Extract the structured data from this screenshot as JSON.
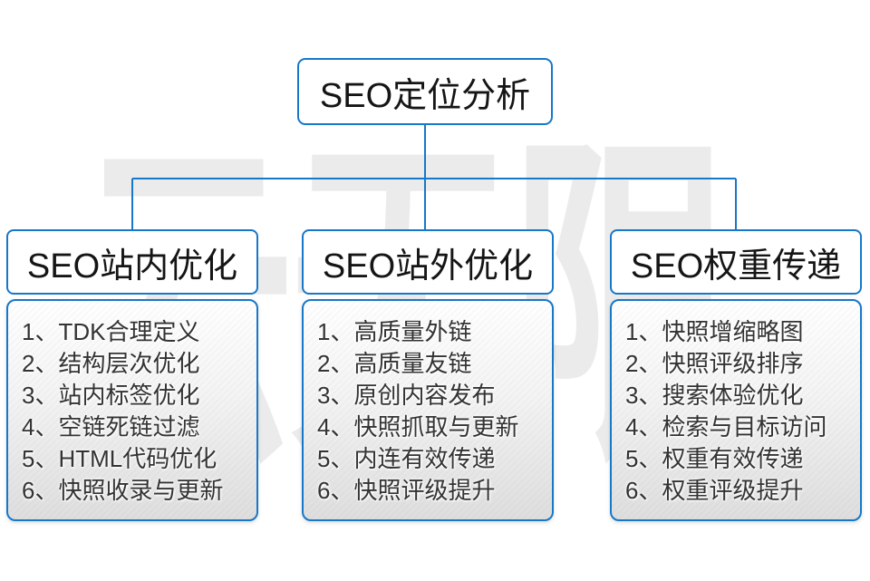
{
  "watermark": "云无限",
  "root": {
    "title": "SEO定位分析"
  },
  "colors": {
    "line_blue": "#1777c8",
    "panel_gradient_bottom": "#dedede",
    "text_dark": "#151515"
  },
  "columns": [
    {
      "title": "SEO站内优化",
      "items": [
        "1、TDK合理定义",
        "2、结构层次优化",
        "3、站内标签优化",
        "4、空链死链过滤",
        "5、HTML代码优化",
        "6、快照收录与更新"
      ]
    },
    {
      "title": "SEO站外优化",
      "items": [
        "1、高质量外链",
        "2、高质量友链",
        "3、原创内容发布",
        "4、快照抓取与更新",
        "5、内连有效传递",
        "6、快照评级提升"
      ]
    },
    {
      "title": "SEO权重传递",
      "items": [
        "1、快照增缩略图",
        "2、快照评级排序",
        "3、搜索体验优化",
        "4、检索与目标访问",
        "5、权重有效传递",
        "6、权重评级提升"
      ]
    }
  ]
}
